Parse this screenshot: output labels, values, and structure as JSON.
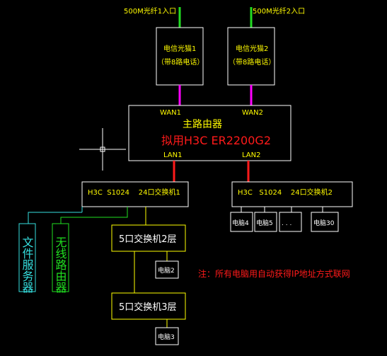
{
  "fibers": {
    "fiber1": "500M光纤1入口",
    "fiber2": "500M光纤2入口"
  },
  "modems": {
    "modem1_title": "电信光猫1",
    "modem1_sub": "（带8路电话）",
    "modem2_title": "电信光猫2",
    "modem2_sub": "（带8路电话）"
  },
  "router": {
    "wan1": "WAN1",
    "wan2": "WAN2",
    "title": "主路由器",
    "model": "拟用H3C ER2200G2",
    "lan1": "LAN1",
    "lan2": "LAN2"
  },
  "switches": {
    "switch1": "H3C  S1024    24口交换机1",
    "switch2": "H3C   S1024    24口交换机2",
    "five_port_floor2": "5口交换机2层",
    "five_port_floor3": "5口交换机3层"
  },
  "devices": {
    "file_server": "文件服务器",
    "wireless_router": "无线路由器",
    "pc2": "电脑2",
    "pc3": "电脑3",
    "pc4": "电脑4",
    "pc5": "电脑5",
    "ellipsis": ". . .",
    "pc30": "电脑30"
  },
  "note": "注：所有电脑用自动获得IP地址方式联网",
  "colors": {
    "background": "#000000",
    "label_yellow": "#fffb00",
    "fiber_green": "#22dd22",
    "link_magenta": "#ff00ff",
    "link_red": "#ff1a1a",
    "line_yellow": "#ffff00",
    "cyan": "#36e0e0"
  }
}
